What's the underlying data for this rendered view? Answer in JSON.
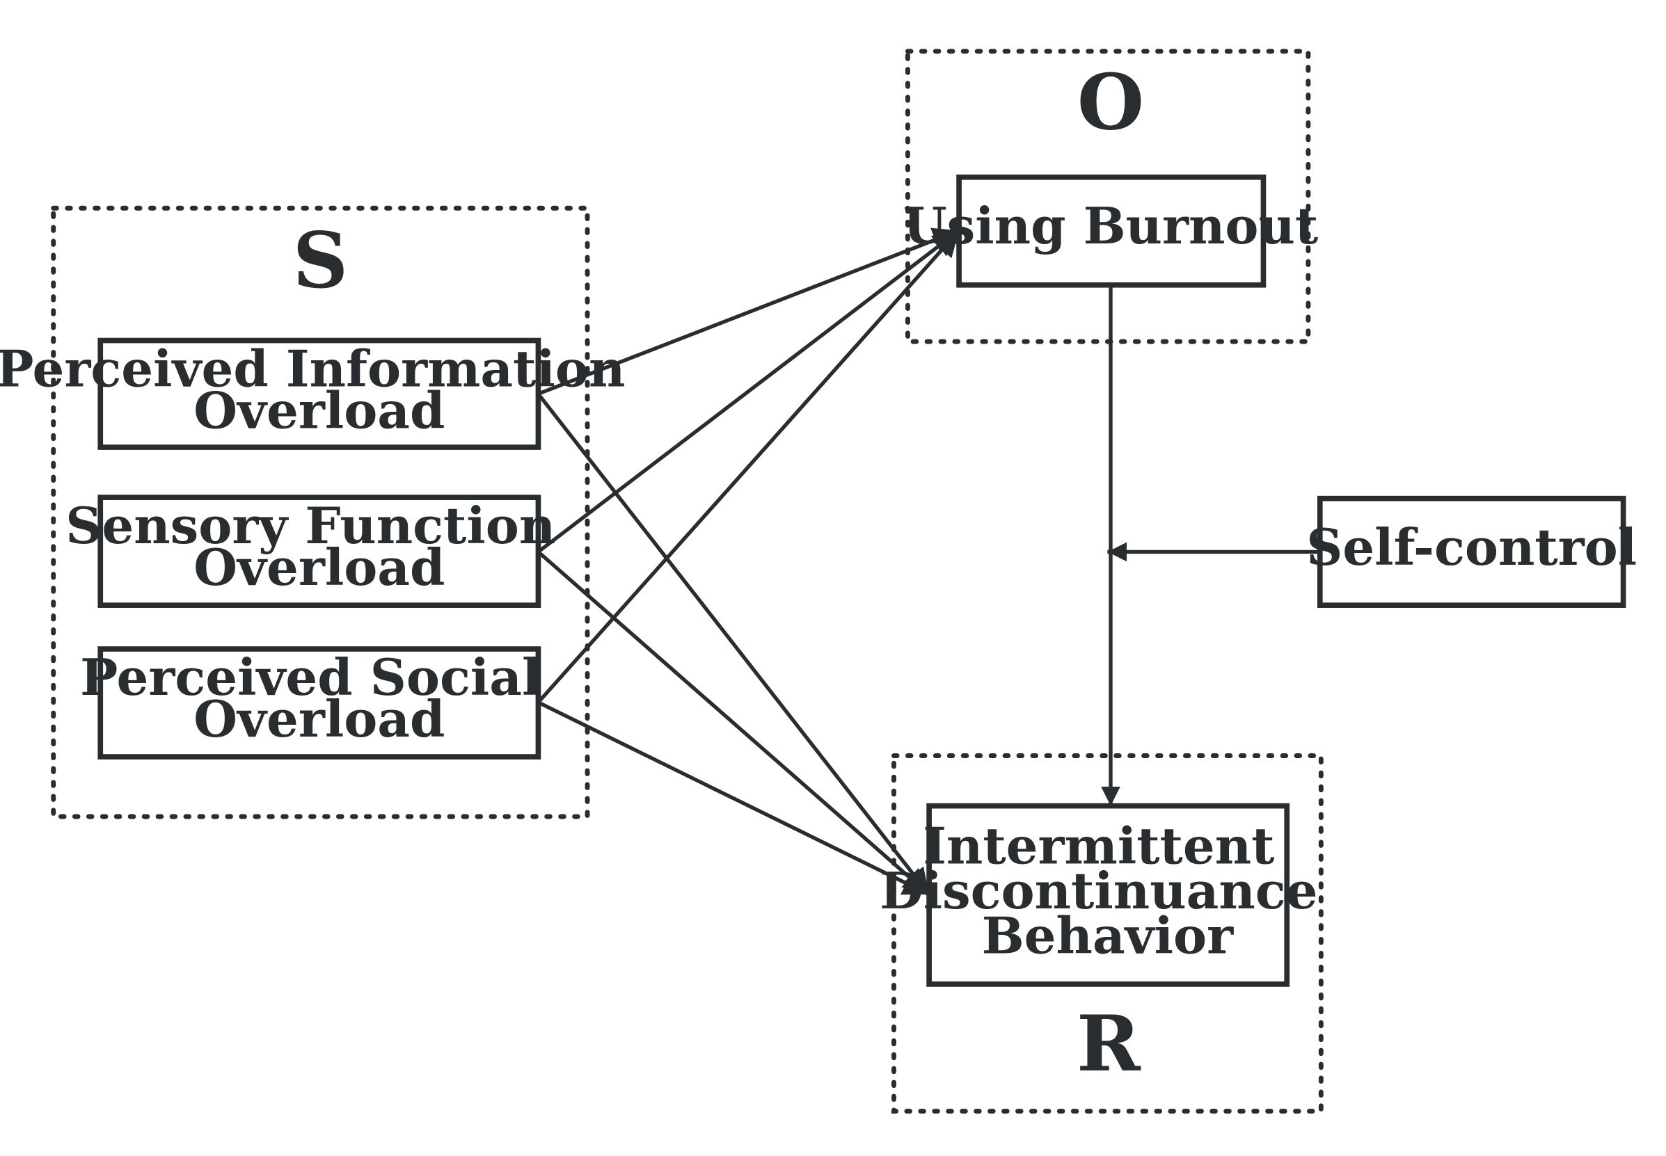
{
  "diagram": {
    "groups": {
      "s": {
        "label": "S"
      },
      "o": {
        "label": "O"
      },
      "r": {
        "label": "R"
      }
    },
    "nodes": {
      "info_overload": {
        "line1": "Perceived Information",
        "line2": "Overload"
      },
      "sensory_overload": {
        "line1": "Sensory Function",
        "line2": "Overload"
      },
      "social_overload": {
        "line1": "Perceived Social",
        "line2": "Overload"
      },
      "burnout": {
        "line1": "Using Burnout"
      },
      "discontinuance": {
        "line1": "Intermittent",
        "line2": "Discontinuance",
        "line3": "Behavior"
      },
      "self_control": {
        "line1": "Self-control"
      }
    },
    "edges": [
      {
        "from": "Perceived Information Overload",
        "to": "Using Burnout"
      },
      {
        "from": "Perceived Information Overload",
        "to": "Intermittent Discontinuance Behavior"
      },
      {
        "from": "Sensory Function Overload",
        "to": "Using Burnout"
      },
      {
        "from": "Sensory Function Overload",
        "to": "Intermittent Discontinuance Behavior"
      },
      {
        "from": "Perceived Social Overload",
        "to": "Using Burnout"
      },
      {
        "from": "Perceived Social Overload",
        "to": "Intermittent Discontinuance Behavior"
      },
      {
        "from": "Using Burnout",
        "to": "Intermittent Discontinuance Behavior"
      },
      {
        "from": "Self-control",
        "to": "Using Burnout → Intermittent Discontinuance Behavior"
      }
    ]
  }
}
